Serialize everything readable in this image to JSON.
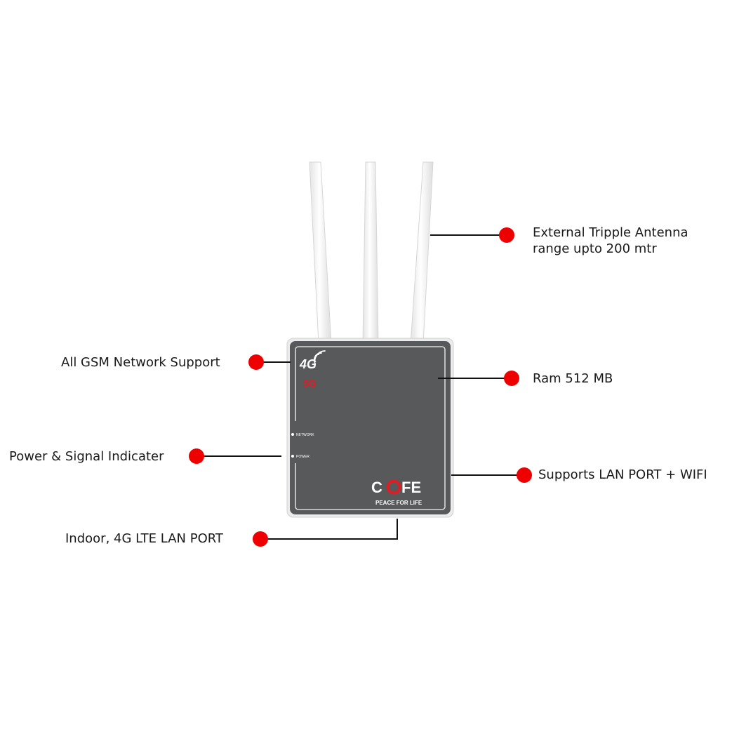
{
  "colors": {
    "background": "#ffffff",
    "device_body": "#58595b",
    "device_frame": "#e9e9e9",
    "dot": "#ee0000",
    "line": "#111111",
    "logo_red": "#e31b23"
  },
  "device": {
    "badge_4g": "4G",
    "badge_5g": "5G",
    "led_network": "NETWORK",
    "led_power": "POWER",
    "logo_c": "C",
    "logo_fe": "FE",
    "tagline": "PEACE FOR LIFE"
  },
  "callouts": {
    "antenna_line1": "External Tripple Antenna",
    "antenna_line2": "range upto 200 mtr",
    "ram": "Ram 512 MB",
    "lan_wifi": "Supports LAN PORT + WIFI",
    "gsm": "All GSM Network Support",
    "power_signal": "Power & Signal Indicater",
    "indoor": "Indoor, 4G LTE LAN PORT"
  }
}
